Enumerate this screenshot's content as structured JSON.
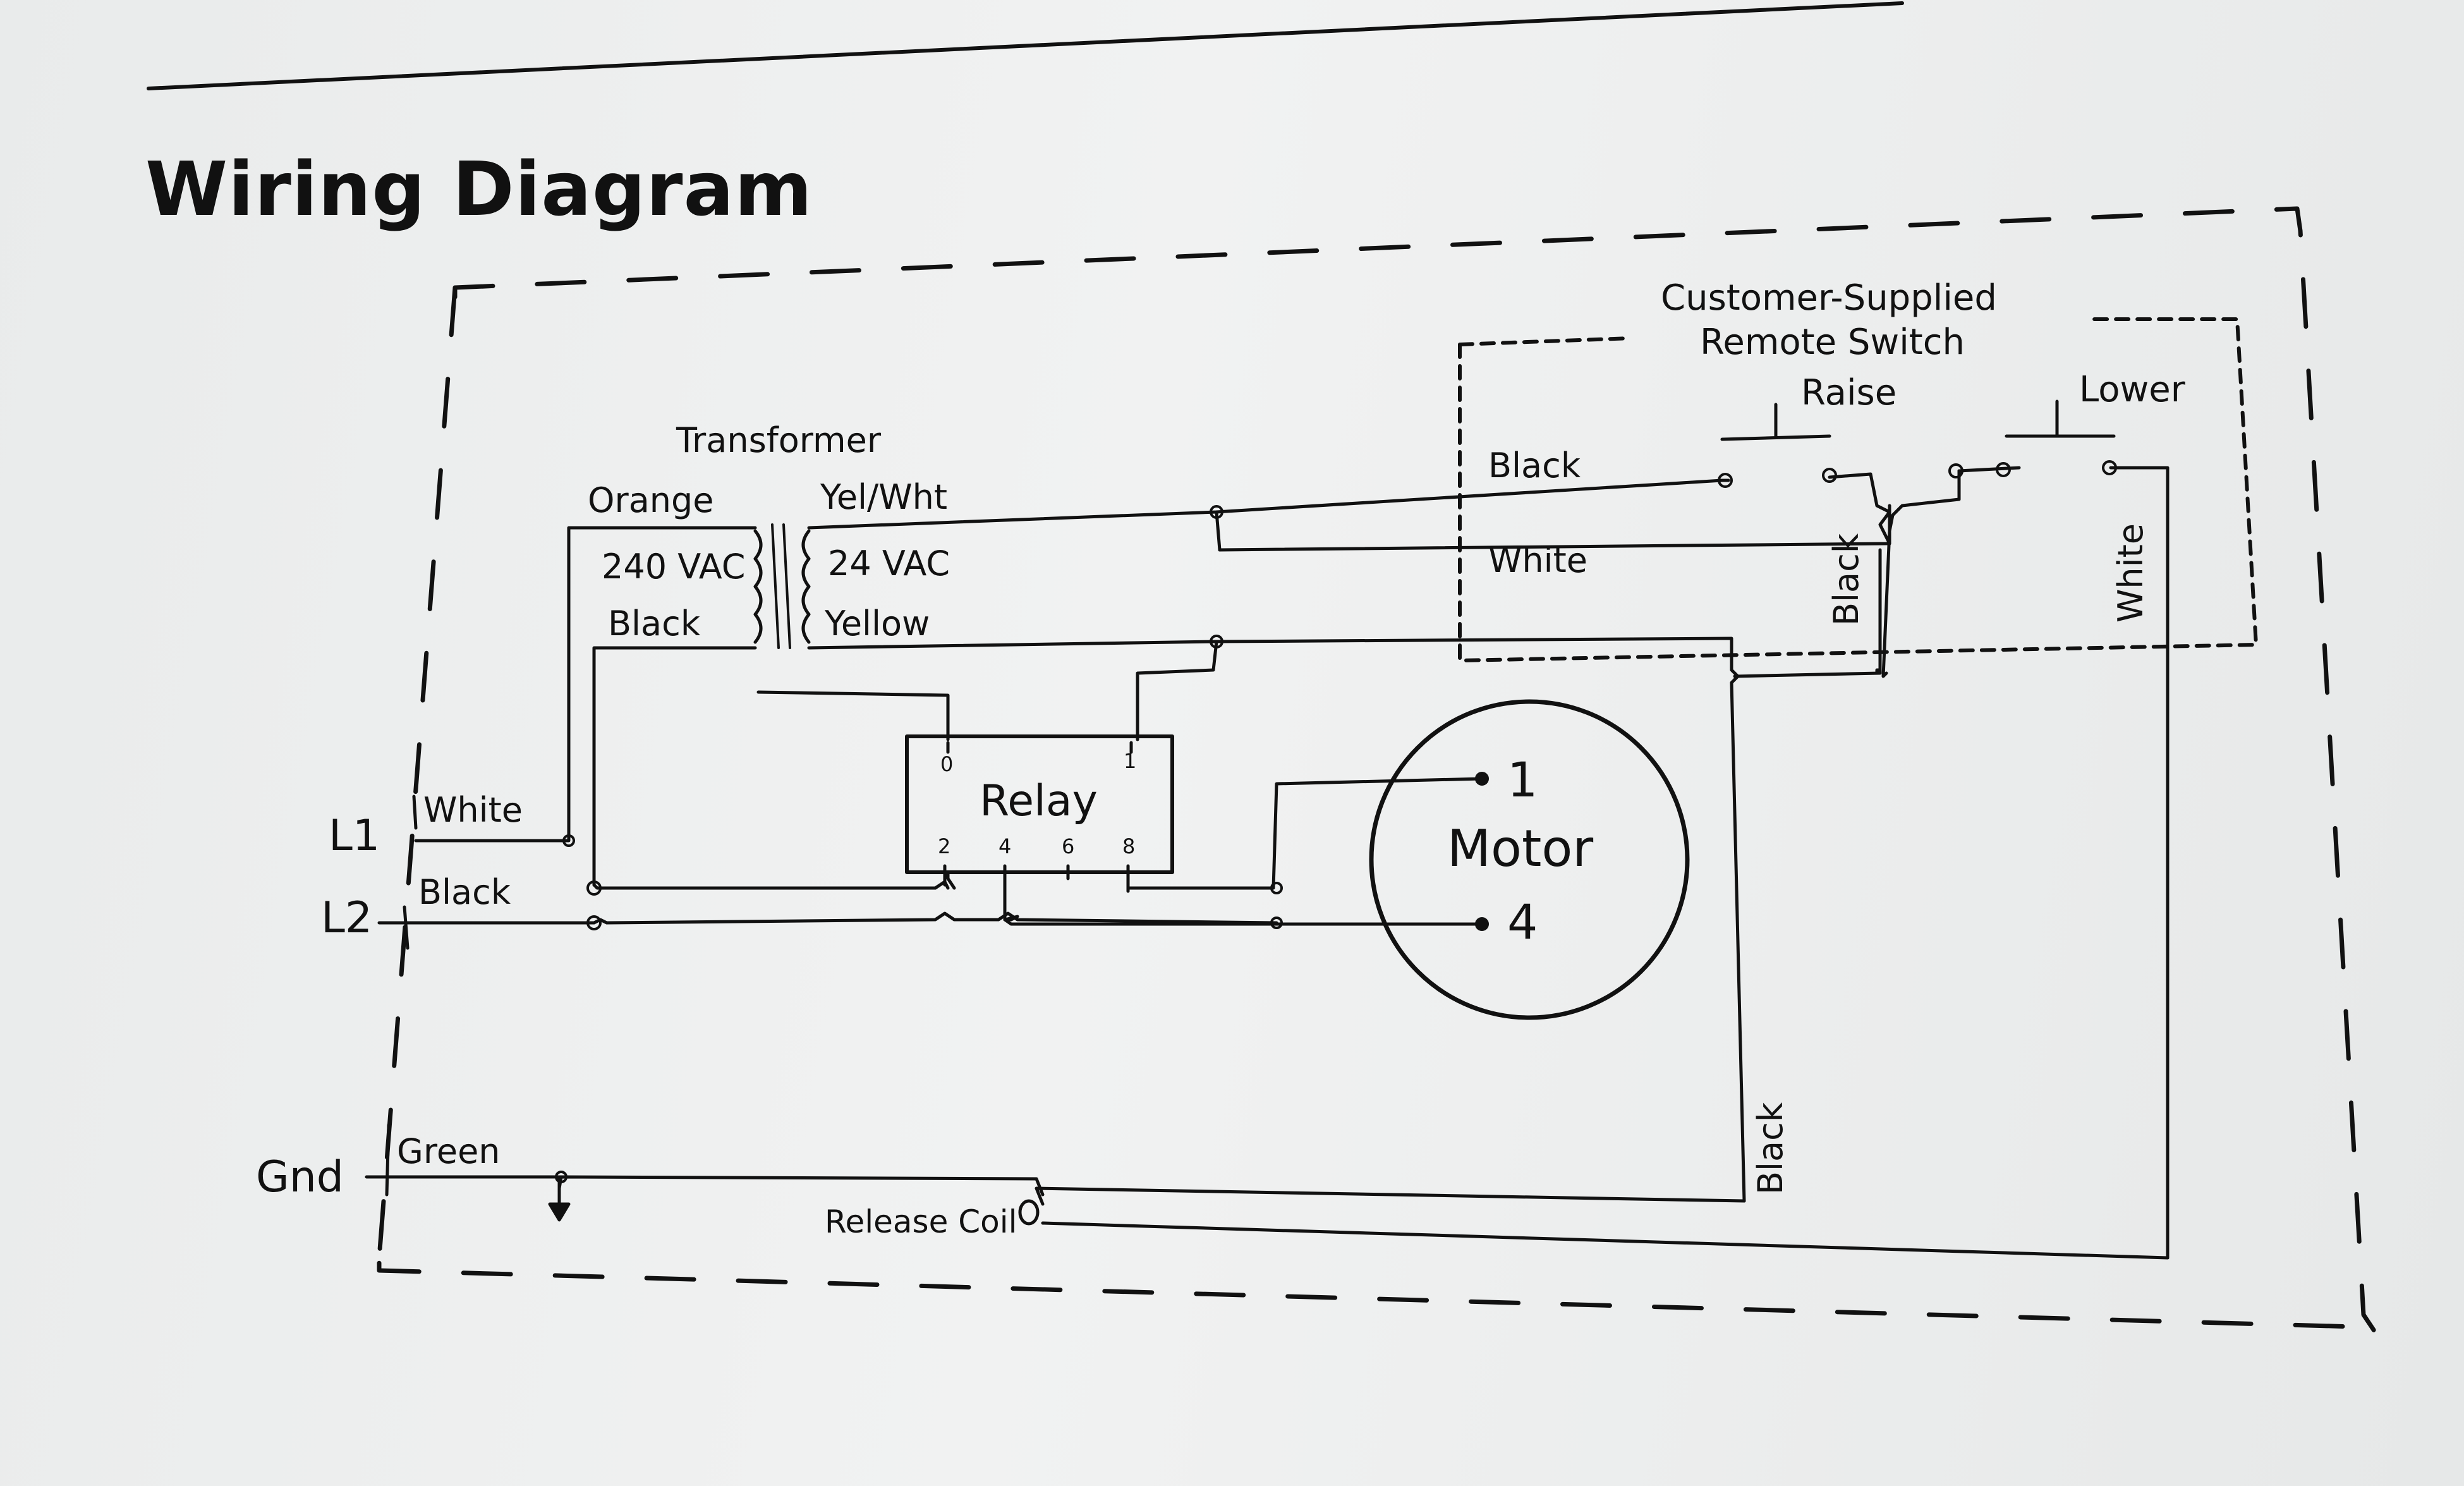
{
  "title": "Wiring Diagram",
  "labels": {
    "transformer": "Transformer",
    "orange": "Orange",
    "vac240": "240 VAC",
    "black_primary": "Black",
    "yel_wht": "Yel/Wht",
    "vac24": "24 VAC",
    "yellow": "Yellow",
    "relay": "Relay",
    "relay_pins": [
      "0",
      "1",
      "2",
      "4",
      "6",
      "8"
    ],
    "motor": "Motor",
    "motor_term1": "1",
    "motor_term4": "4",
    "l1": "L1",
    "l2": "L2",
    "gnd": "Gnd",
    "white_l1": "White",
    "black_l2": "Black",
    "green": "Green",
    "release_coil": "Release Coil",
    "switch_title1": "Customer-Supplied",
    "switch_title2": "Remote Switch",
    "raise": "Raise",
    "lower": "Lower",
    "sw_black": "Black",
    "sw_white": "White",
    "vert_black1": "Black",
    "vert_white": "White",
    "vert_black2": "Black"
  },
  "colors": {
    "ink": "#111111",
    "paper": "#eceeee"
  }
}
